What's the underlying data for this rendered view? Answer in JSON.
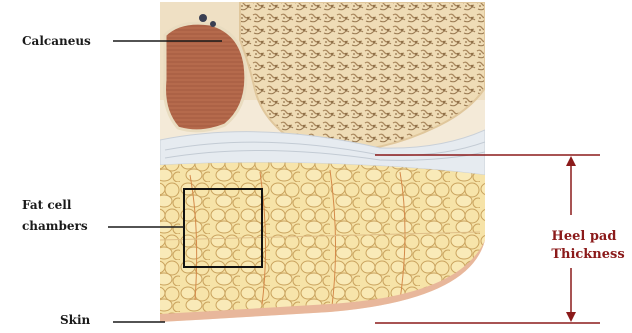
{
  "labels": {
    "calcaneus": "Calcaneus",
    "fat_cell_line1": "Fat cell",
    "fat_cell_line2": "chambers",
    "skin": "Skin",
    "heel_pad_line1": "Heel pad",
    "heel_pad_line2": "Thickness"
  },
  "colors": {
    "bone": "#f0ddb8",
    "bone_pores": "#a07f57",
    "muscle": "#b8694a",
    "fat": "#f3dfa0",
    "fat_outline": "#c9a560",
    "septa": "#d48a4a",
    "ligament": "#e8ecf0",
    "skin": "#e8b79b",
    "measure": "#8b1a1a",
    "leader": "#1a1a1a"
  }
}
